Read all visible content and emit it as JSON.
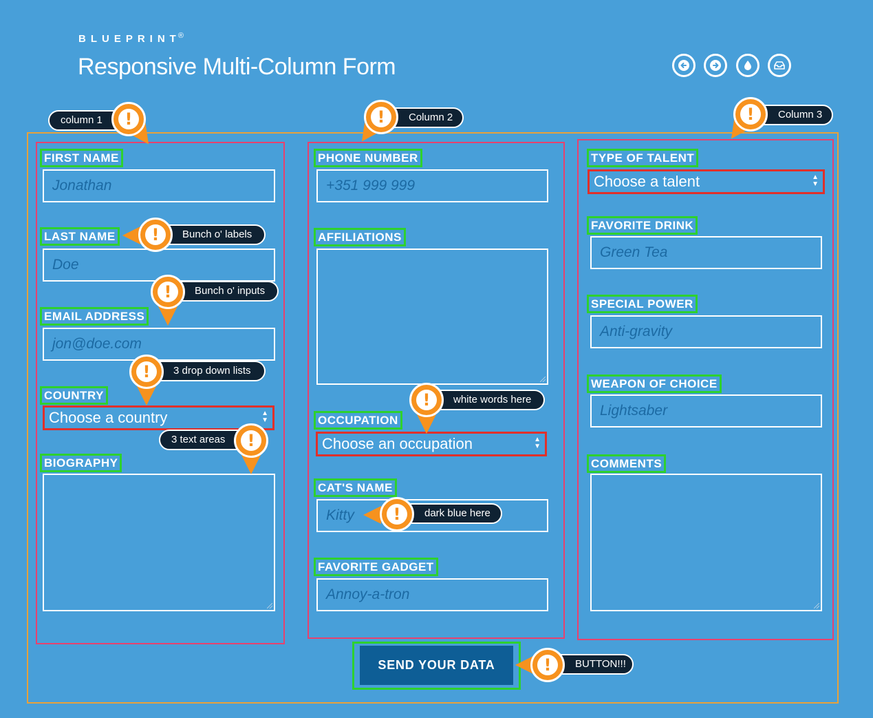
{
  "header": {
    "brand": "BLUEPRINT",
    "brand_mark": "®",
    "title": "Responsive Multi-Column Form"
  },
  "nav_icons": [
    "arrow-left-icon",
    "arrow-right-icon",
    "drop-icon",
    "inbox-icon"
  ],
  "columns": {
    "col1": {
      "tag": "column 1",
      "first_name": {
        "label": "FIRST NAME",
        "placeholder": "Jonathan"
      },
      "last_name": {
        "label": "LAST NAME",
        "placeholder": "Doe"
      },
      "email": {
        "label": "EMAIL ADDRESS",
        "placeholder": "jon@doe.com"
      },
      "country": {
        "label": "COUNTRY",
        "value": "Choose a country"
      },
      "biography": {
        "label": "BIOGRAPHY"
      }
    },
    "col2": {
      "tag": "Column 2",
      "phone": {
        "label": "PHONE NUMBER",
        "placeholder": "+351 999 999"
      },
      "affiliations": {
        "label": "AFFILIATIONS"
      },
      "occupation": {
        "label": "OCCUPATION",
        "value": "Choose an occupation"
      },
      "cats_name": {
        "label": "CAT'S NAME",
        "placeholder": "Kitty"
      },
      "gadget": {
        "label": "FAVORITE GADGET",
        "placeholder": "Annoy-a-tron"
      }
    },
    "col3": {
      "tag": "Column 3",
      "talent": {
        "label": "TYPE OF TALENT",
        "value": "Choose a talent"
      },
      "drink": {
        "label": "FAVORITE DRINK",
        "placeholder": "Green Tea"
      },
      "power": {
        "label": "SPECIAL POWER",
        "placeholder": "Anti-gravity"
      },
      "weapon": {
        "label": "WEAPON OF CHOICE",
        "placeholder": "Lightsaber"
      },
      "comments": {
        "label": "COMMENTS"
      }
    }
  },
  "annotations": {
    "labels": "Bunch o' labels",
    "inputs": "Bunch o' inputs",
    "dropdowns": "3 drop down lists",
    "textareas": "3 text areas",
    "white_words": "white words here",
    "dark_blue": "dark blue here",
    "button": "BUTTON!!!"
  },
  "submit": {
    "label": "SEND YOUR DATA"
  },
  "colors": {
    "background": "#489fd9",
    "placeholder_text": "#1c6aa3",
    "button": "#0e5e96",
    "annotation_pin": "#f7921e",
    "label_outline": "#2ed12e",
    "select_outline": "#e0302b",
    "column_outline": "#e8416e",
    "container_outline": "#e8a13a"
  }
}
